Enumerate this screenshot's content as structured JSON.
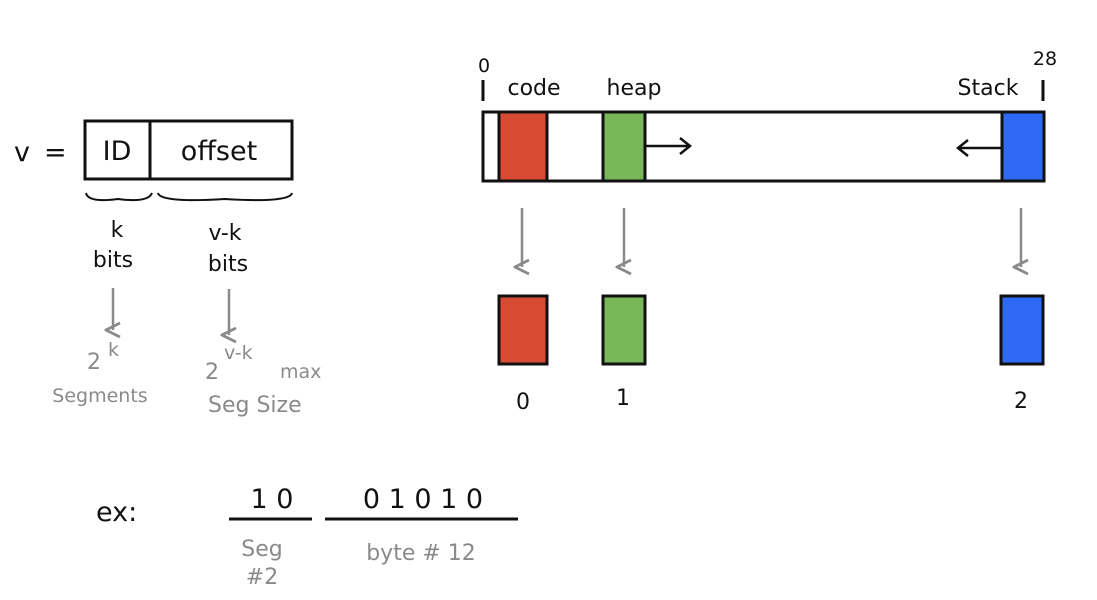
{
  "address": {
    "var": "v",
    "equals": "=",
    "id_field": "ID",
    "offset_field": "offset",
    "id_bits": {
      "top": "k",
      "bottom": "bits"
    },
    "offset_bits": {
      "top": "v-k",
      "bottom": "bits"
    },
    "id_result": {
      "base": "2",
      "exp": "k",
      "line2": "Segments"
    },
    "offset_result": {
      "base": "2",
      "exp": "v-k",
      "suffix": "max",
      "line2": "Seg Size"
    }
  },
  "memory": {
    "start_label": "0",
    "end_label": "28",
    "regions": [
      {
        "label": "code",
        "color": "#d84a33"
      },
      {
        "label": "heap",
        "color": "#78b858"
      },
      {
        "label": "Stack",
        "color": "#2f6af5"
      }
    ],
    "segments": [
      {
        "index": "0",
        "color": "#d84a33"
      },
      {
        "index": "1",
        "color": "#78b858"
      },
      {
        "index": "2",
        "color": "#2f6af5"
      }
    ]
  },
  "example": {
    "label": "ex:",
    "seg_bits": "1 0",
    "offset_bits": "0 1 0 1 0",
    "seg_caption": {
      "line1": "Seg",
      "line2": "#2"
    },
    "offset_caption": "byte # 12"
  }
}
